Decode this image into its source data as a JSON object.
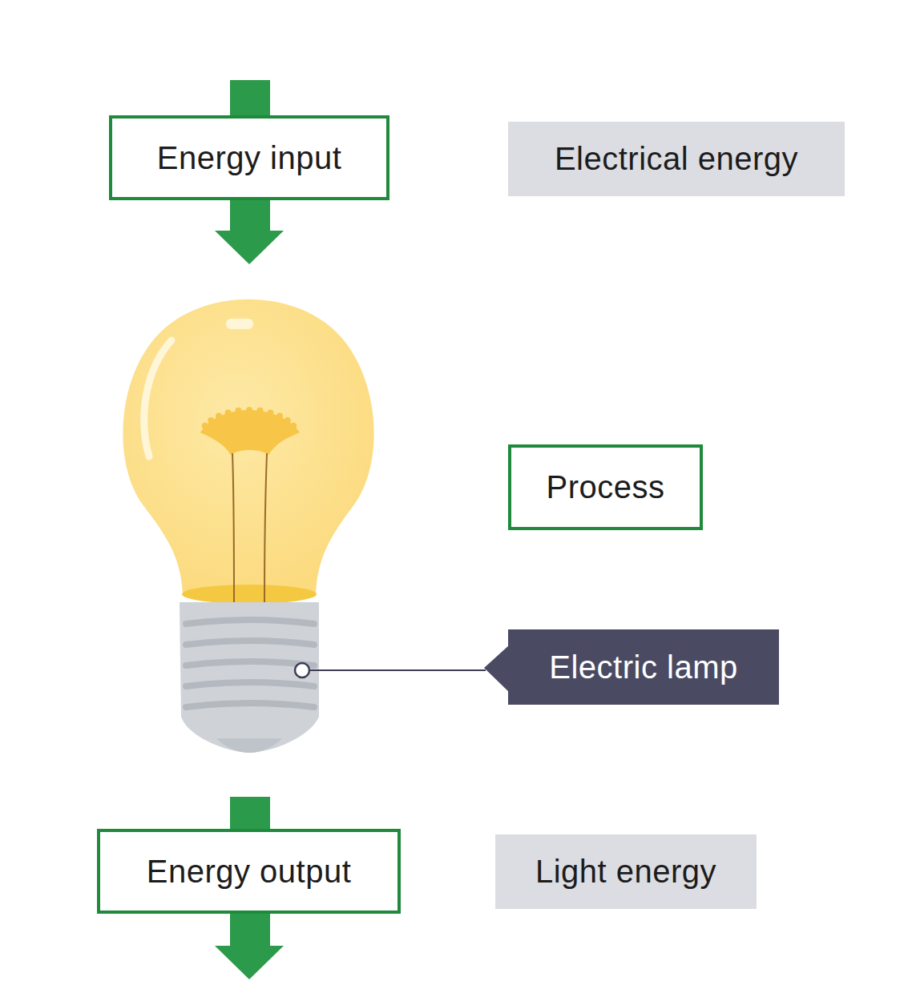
{
  "diagram": {
    "nodes": [
      {
        "text": [
          "Energy input"
        ]
      },
      {
        "text": [
          "Electrical energy"
        ]
      },
      {
        "text": [
          "Process"
        ]
      },
      {
        "text": [
          "Electric lamp"
        ]
      },
      {
        "text": [
          "Energy output"
        ]
      },
      {
        "text": [
          "Light energy"
        ]
      }
    ]
  }
}
